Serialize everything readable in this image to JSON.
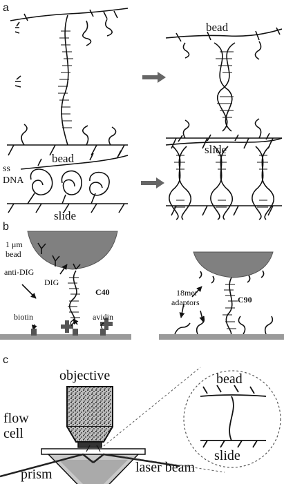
{
  "panels": {
    "a": "a",
    "b": "b",
    "c": "c"
  },
  "panel_a": {
    "bead": "bead",
    "slide": "slide",
    "ss_dna_line1": "ss",
    "ss_dna_line2": "DNA",
    "bead_bottom": "bead",
    "slide_bottom": "slide"
  },
  "panel_b": {
    "bead_size_line1": "1 μm",
    "bead_size_line2": "bead",
    "anti_dig": "anti-DIG",
    "dig": "DIG",
    "c40": "C40",
    "biotin": "biotin",
    "avidin": "avidin",
    "adaptors_line1": "18mer",
    "adaptors_line2": "adaptors",
    "c90": "C90"
  },
  "panel_c": {
    "objective": "objective",
    "flow": "flow",
    "cell": "cell",
    "prism": "prism",
    "laser_beam": "laser beam",
    "bead": "bead",
    "slide": "slide"
  },
  "colors": {
    "ink": "#111111",
    "grey_surface": "#9a9a9a",
    "bead_fill": "#808080",
    "arrow": "#666666"
  }
}
